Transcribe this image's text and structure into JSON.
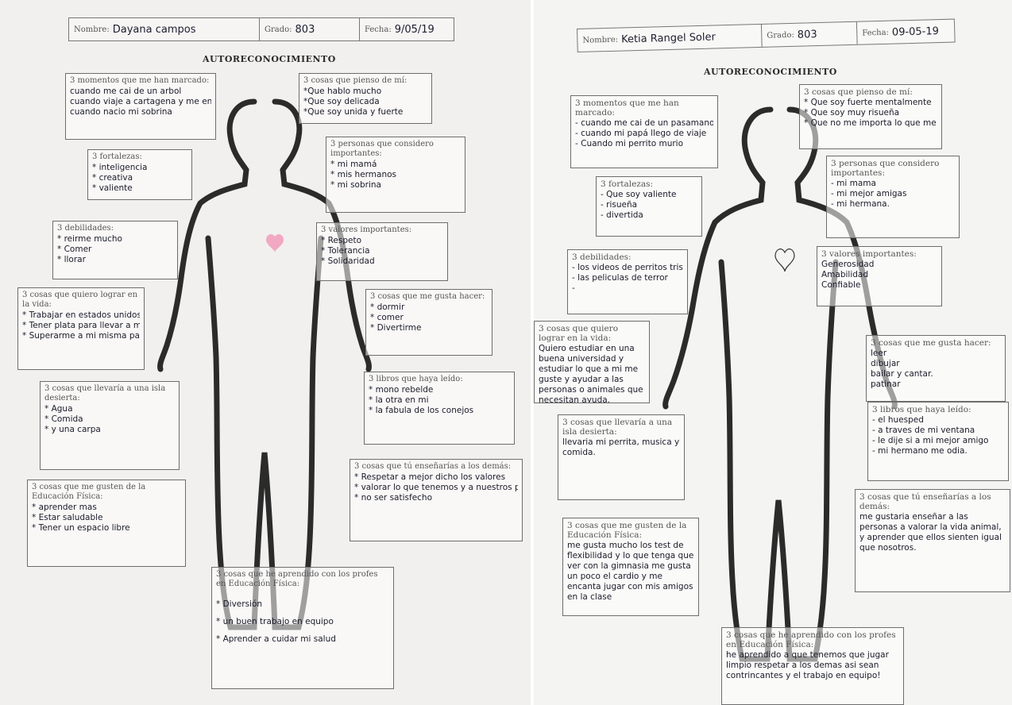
{
  "left": {
    "header": {
      "name_label": "Nombre:",
      "name": "Dayana campos",
      "grade_label": "Grado:",
      "grade": "803",
      "date_label": "Fecha:",
      "date": "9/05/19"
    },
    "title": "AUTORECONOCIMIENTO",
    "heart_color": "#f2a7c3",
    "moments": {
      "title": "3 momentos que me han marcado:",
      "items": [
        "cuando me cai de un arbol",
        "cuando viaje a cartagena y me enferme",
        "cuando nacio mi sobrina"
      ]
    },
    "think": {
      "title": "3 cosas que pienso de mí:",
      "items": [
        "*Que hablo mucho",
        "*Que soy delicada",
        "*Que soy unida y fuerte"
      ]
    },
    "strengths": {
      "title": "3 fortalezas:",
      "items": [
        "* inteligencia",
        "* creativa",
        "* valiente"
      ]
    },
    "people": {
      "title": "3 personas que considero importantes:",
      "items": [
        "* mi mamá",
        "* mis hermanos",
        "* mi sobrina"
      ]
    },
    "weaknesses": {
      "title": "3 debilidades:",
      "items": [
        "* reirme mucho",
        "* Comer",
        "* llorar"
      ]
    },
    "values": {
      "title": "3 valores importantes:",
      "items": [
        "* Respeto",
        "* Tolerancia",
        "* Solidaridad"
      ]
    },
    "achieve": {
      "title": "3 cosas que quiero lograr en la vida:",
      "items": [
        "* Trabajar en estados unidos",
        "* Tener plata para llevar a mi mamá",
        "* Superarme a mi misma para callar a la gente"
      ]
    },
    "likes": {
      "title": "3 cosas que me gusta hacer:",
      "items": [
        "* dormir",
        "* comer",
        "* Divertirme"
      ]
    },
    "books": {
      "title": "3 libros que haya leído:",
      "items": [
        "* mono rebelde",
        "* la otra en mi",
        "* la fabula de los conejos"
      ]
    },
    "island": {
      "title": "3 cosas que llevaría a una isla desierta:",
      "items": [
        "* Agua",
        "* Comida",
        "* y una carpa"
      ]
    },
    "teach": {
      "title": "3 cosas que tú enseñarías a los demás:",
      "items": [
        "* Respetar a mejor dicho los valores",
        "* valorar lo que tenemos y a nuestros padres",
        "* no ser satisfecho"
      ]
    },
    "pe_likes": {
      "title": "3 cosas que me gusten de la Educación Física:",
      "items": [
        "* aprender mas",
        "* Estar saludable",
        "* Tener un espacio libre"
      ]
    },
    "pe_learned": {
      "title": "3 cosas que he aprendido con los profes en Educación Física:",
      "items": [
        "* Diversión",
        "* un buen trabajo en equipo",
        "* Aprender a cuidar mi salud"
      ]
    }
  },
  "right": {
    "header": {
      "name_label": "Nombre:",
      "name": "Ketia Rangel Soler",
      "grade_label": "Grado:",
      "grade": "803",
      "date_label": "Fecha:",
      "date": "09-05-19"
    },
    "title": "AUTORECONOCIMIENTO",
    "moments": {
      "title": "3 momentos que me han marcado:",
      "items": [
        "- cuando me cai de un pasamanos",
        "- cuando mi papá llego de viaje",
        "- Cuando mi perrito murio"
      ]
    },
    "think": {
      "title": "3 cosas que pienso de mí:",
      "items": [
        "* Que soy fuerte mentalmente",
        "* Que soy muy risueña",
        "* Que no me importa lo que me digan"
      ]
    },
    "strengths": {
      "title": "3 fortalezas:",
      "items": [
        "- Que soy valiente",
        "- risueña",
        "- divertida"
      ]
    },
    "people": {
      "title": "3 personas que considero importantes:",
      "items": [
        "- mi mama",
        "- mi mejor amigas",
        "- mi hermana."
      ]
    },
    "weaknesses": {
      "title": "3 debilidades:",
      "items": [
        "- los videos de perritos tristes",
        "- las peliculas de terror",
        "-"
      ]
    },
    "values": {
      "title": "3 valores importantes:",
      "items": [
        "Generosidad",
        "Amabilidad",
        "Confiable"
      ]
    },
    "achieve": {
      "title": "3 cosas que quiero lograr en la vida:",
      "text": "Quiero estudiar en una buena universidad y estudiar lo que a mi me guste y ayudar a las personas o animales que necesitan ayuda."
    },
    "likes": {
      "title": "3 cosas que me gusta hacer:",
      "items": [
        "leer",
        "dibujar",
        "bailar y cantar.",
        "patinar"
      ]
    },
    "books": {
      "title": "3 libros que haya leído:",
      "items": [
        "- el huesped",
        "- a traves de mi ventana",
        "- le dije si a mi mejor amigo",
        "- mi hermano me odia."
      ]
    },
    "island": {
      "title": "3 cosas que llevaría a una isla desierta:",
      "text": "llevaria mi perrita, musica y comida."
    },
    "teach": {
      "title": "3 cosas que tú enseñarías a los demás:",
      "text": "me gustaria enseñar a las personas a valorar la vida animal, y aprender que ellos sienten igual que nosotros."
    },
    "pe_likes": {
      "title": "3 cosas que me gusten de la Educación Física:",
      "text": "me gusta mucho los test de flexibilidad y lo que tenga que ver con la gimnasia me gusta un poco el cardio y me encanta jugar con mis amigos en la clase"
    },
    "pe_learned": {
      "title": "3 cosas que he aprendido con los profes en Educación Física:",
      "text": "he aprendido a que tenemos que jugar limpio respetar a los demas asi sean contrincantes y el trabajo en equipo!"
    }
  }
}
